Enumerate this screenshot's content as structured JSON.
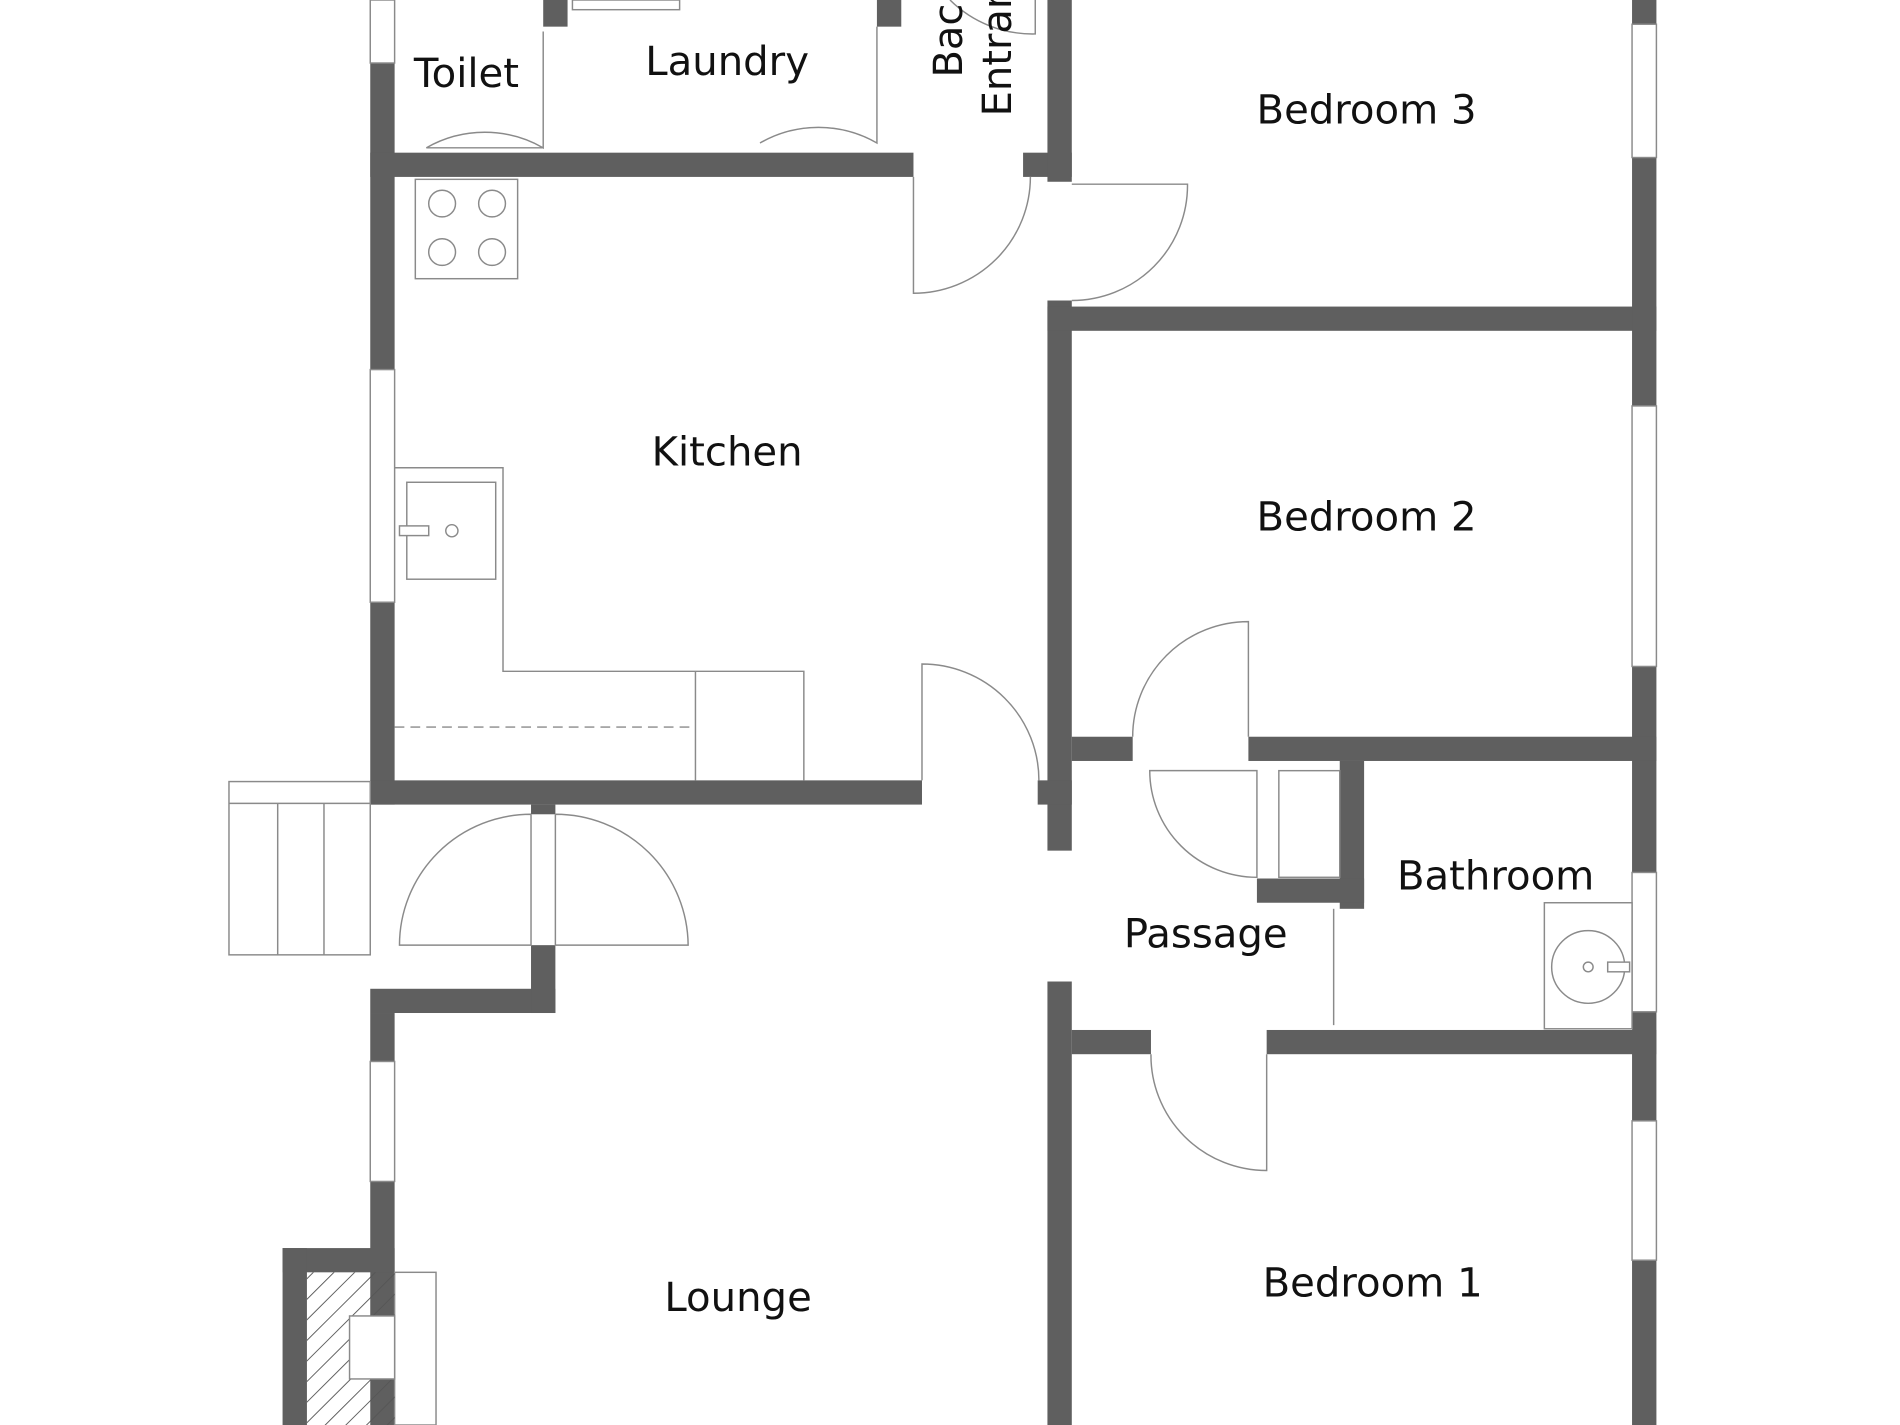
{
  "plan": {
    "rooms": {
      "toilet": "Toilet",
      "laundry": "Laundry",
      "back_entrance_1": "Back",
      "back_entrance_2": "Entrance",
      "bedroom3": "Bedroom 3",
      "kitchen": "Kitchen",
      "bedroom2": "Bedroom 2",
      "bathroom": "Bathroom",
      "passage": "Passage",
      "lounge": "Lounge",
      "bedroom1": "Bedroom 1"
    },
    "colors": {
      "wall": "#5f5f5f",
      "line": "#8a8a8a"
    }
  }
}
